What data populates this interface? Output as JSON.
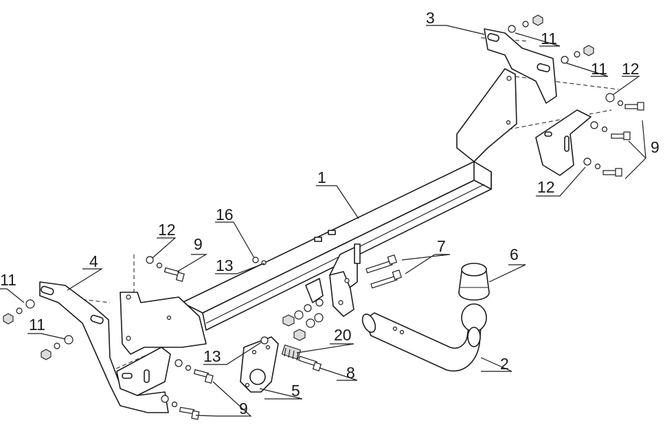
{
  "labels": {
    "l1": "1",
    "l2": "2",
    "l3": "3",
    "l4": "4",
    "l5": "5",
    "l6": "6",
    "l7": "7",
    "l8": "8",
    "l9_right": "9",
    "l9_left": "9",
    "l9_bottom": "9",
    "l11_tr_a": "11",
    "l11_tr_b": "11",
    "l11_left_a": "11",
    "l11_left_b": "11",
    "l12_tr": "12",
    "l12_r": "12",
    "l12_l": "12",
    "l13_a": "13",
    "l13_b": "13",
    "l16": "16",
    "l20": "20"
  }
}
